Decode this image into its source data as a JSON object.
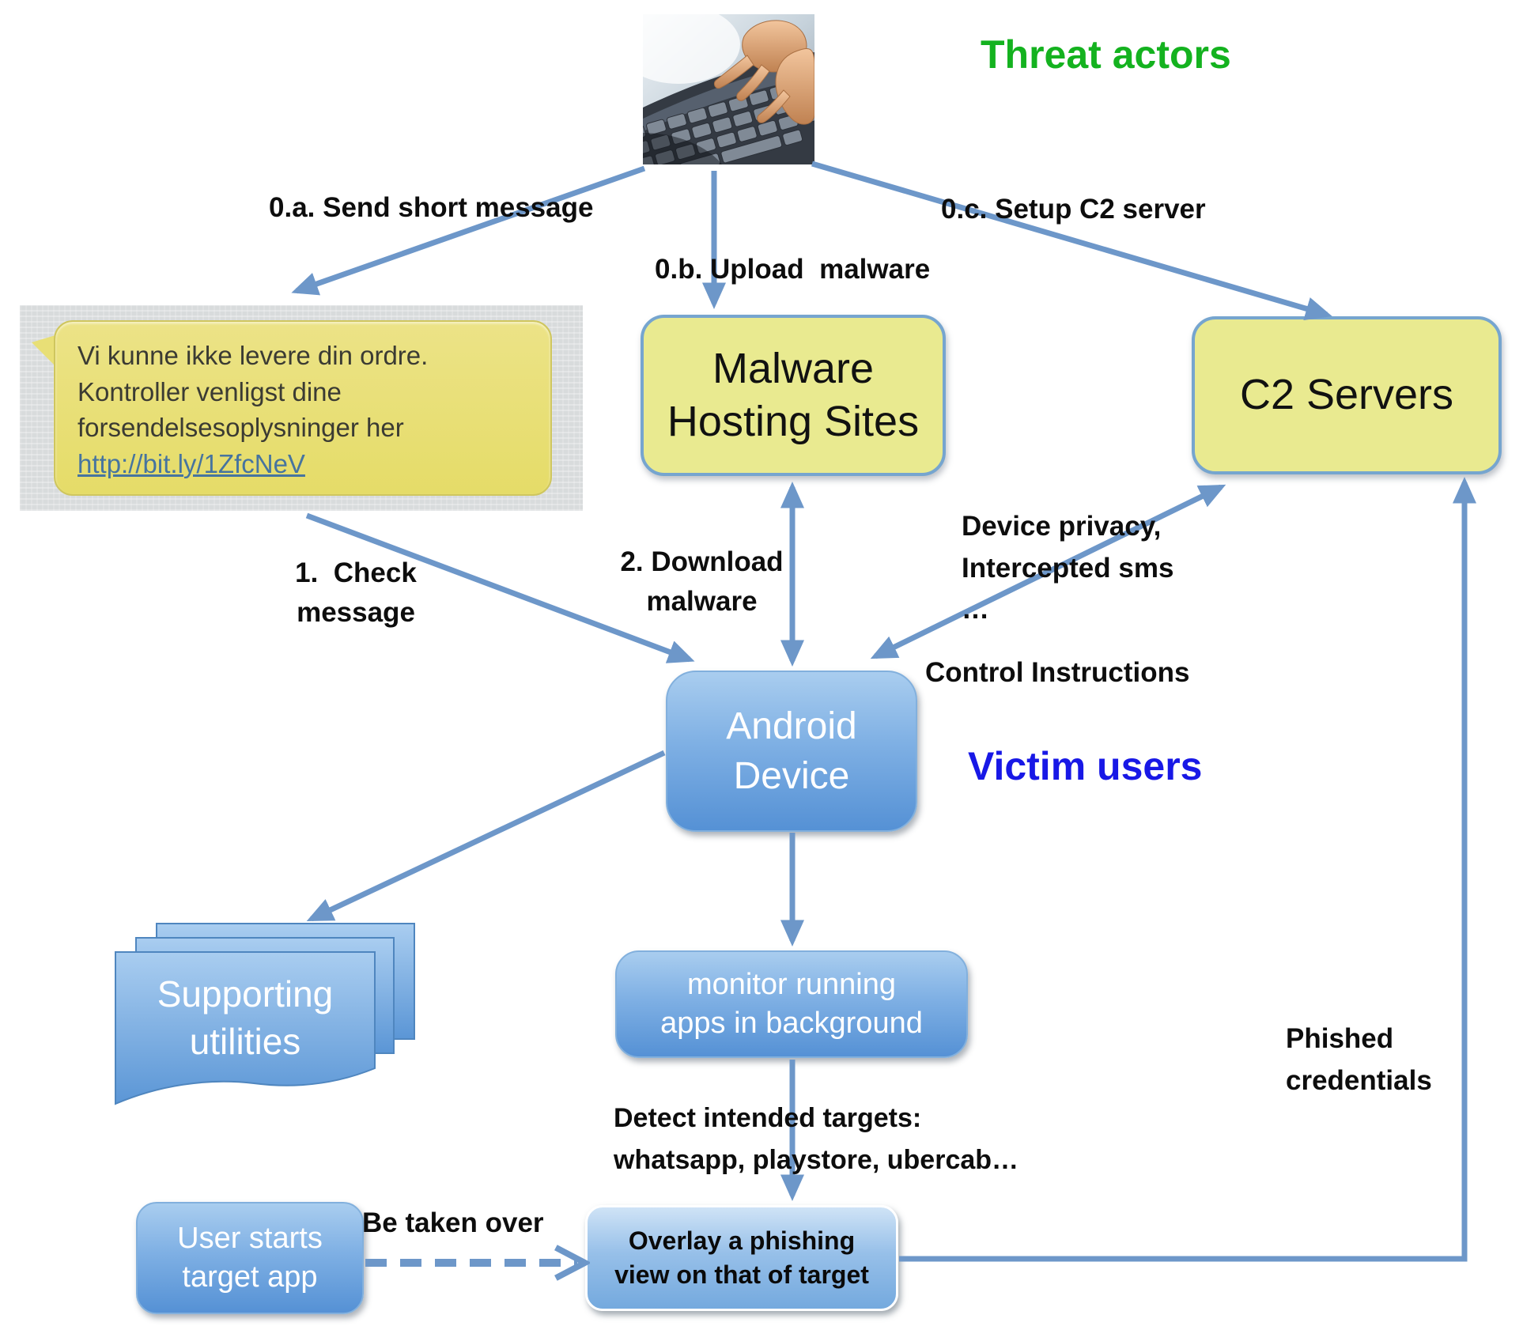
{
  "groups": {
    "threat_actors": "Threat actors",
    "victim_users": "Victim users"
  },
  "images": {
    "threat_actor_photo": "hands-typing-on-laptop-keyboard"
  },
  "sms": {
    "body": "Vi kunne ikke levere din ordre. Kontroller venligst dine forsendelsesoplysninger her ",
    "link": "http://bit.ly/1ZfcNeV"
  },
  "nodes": {
    "malware_hosting_sites": "Malware\nHosting Sites",
    "c2_servers": "C2 Servers",
    "android_device": "Android\nDevice",
    "supporting_utilities": "Supporting\nutilities",
    "monitor_apps": "monitor running\napps in background",
    "user_starts_target_app": "User starts\ntarget app",
    "overlay_phishing_view": "Overlay a phishing\nview on that of target"
  },
  "edges": {
    "send_short_message": "0.a. Send short message",
    "upload_malware": "0.b. Upload  malware",
    "setup_c2_server": "0.c. Setup C2 server",
    "check_message": "1.  Check\nmessage",
    "download_malware": "2. Download\nmalware",
    "device_privacy": "Device privacy,\nIntercepted sms\n…",
    "control_instructions": "Control Instructions",
    "detect_targets": "Detect intended targets:\nwhatsapp, playstore, ubercab…",
    "be_taken_over": "Be taken over",
    "phished_credentials": "Phished\ncredentials"
  },
  "colors": {
    "arrow_blue": "#6d97c9",
    "node_yellow": "#e9ea90",
    "node_border_blue": "#76a5cf",
    "node_blue_top": "#a9cdef",
    "node_blue_bottom": "#5591d5",
    "threat_actors_green": "#14b21f",
    "victim_users_blue": "#1818e6",
    "sms_bubble_yellow": "#e7de6e",
    "sms_panel_gray": "#d8dbdc",
    "sms_link_blue": "#46749f"
  }
}
